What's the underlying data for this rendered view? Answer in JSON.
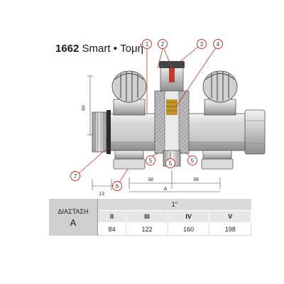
{
  "header": {
    "model_code": "1662",
    "model_rest": "Smart • Τομή"
  },
  "callouts": [
    "1",
    "2",
    "3",
    "4",
    "5",
    "5",
    "5",
    "6",
    "7"
  ],
  "dimensions": {
    "height": "60",
    "offset": "13",
    "left_spacing": "38",
    "right_spacing": "38",
    "overall": "A"
  },
  "table": {
    "lead_label": "ΔΙΑΣΤΑΣΗ",
    "lead_value": "A",
    "header": "1\"",
    "columns": [
      "II",
      "III",
      "IV",
      "V"
    ],
    "values": [
      "84",
      "122",
      "160",
      "198"
    ]
  },
  "colors": {
    "callout": "#c0392b",
    "body": "#bdbdbd",
    "section": "#8a8a8a"
  }
}
